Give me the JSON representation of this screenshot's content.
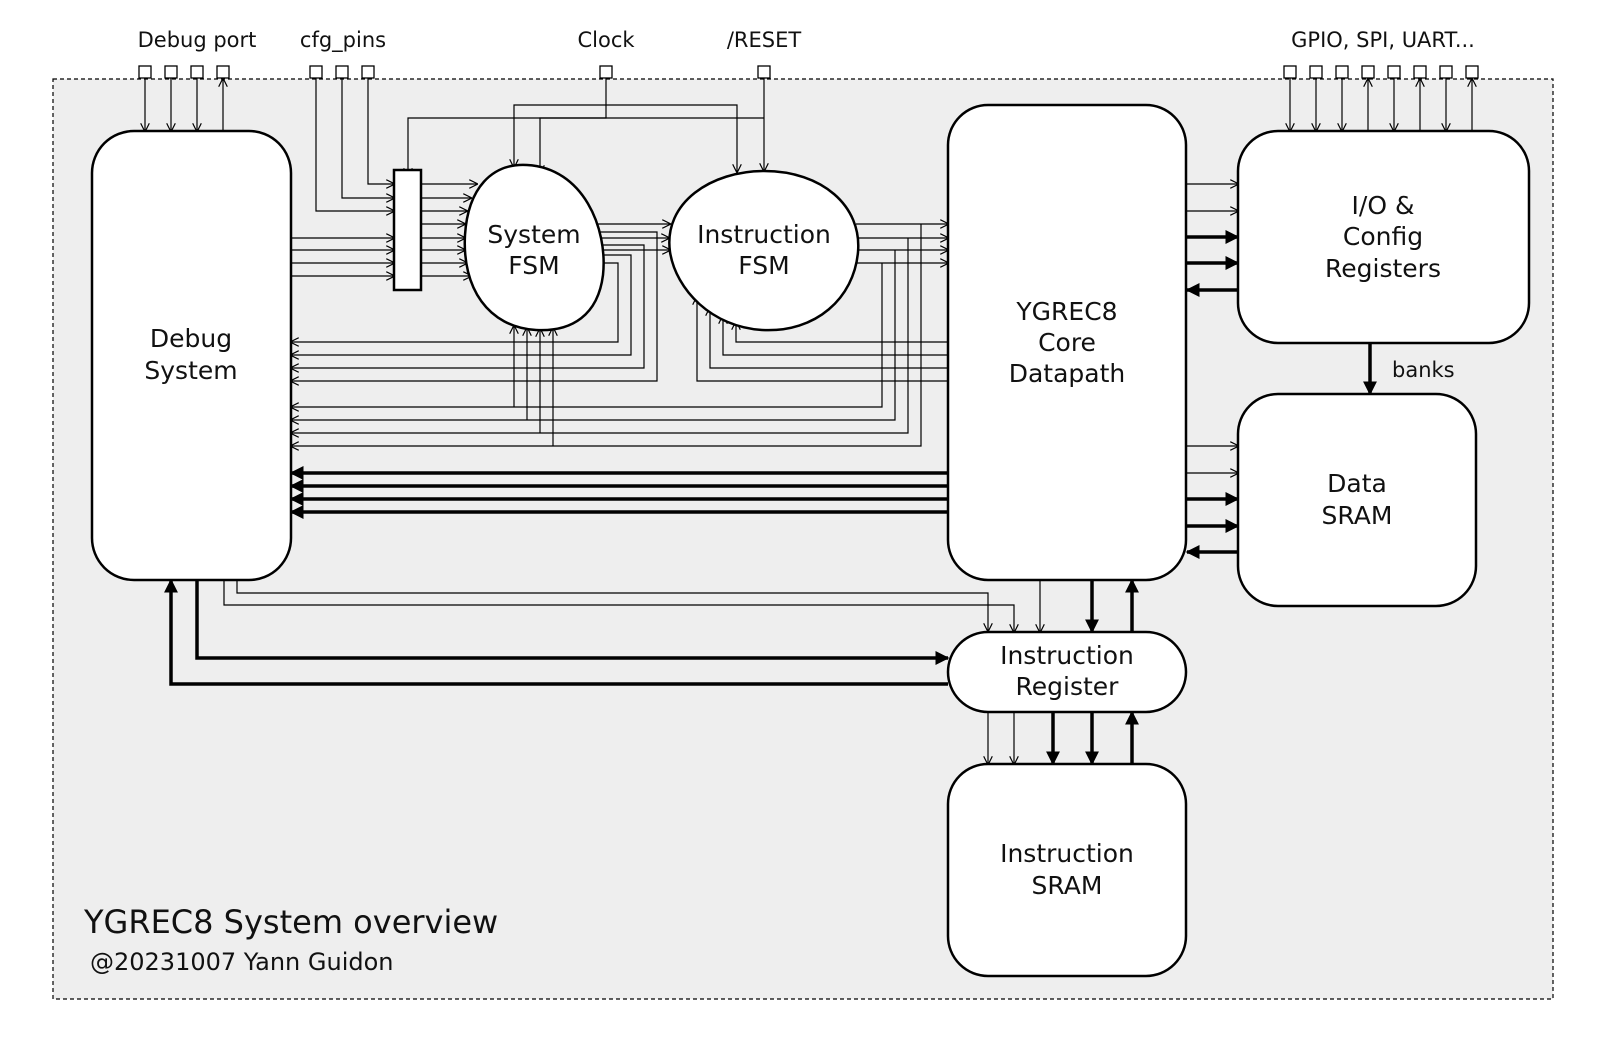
{
  "title": "YGREC8 System overview",
  "credit": "@20231007 Yann Guidon",
  "colors": {
    "background": "#ffffff",
    "chip_fill": "#eeeeee",
    "block_fill": "#ffffff",
    "line": "#000000"
  },
  "pins": {
    "debug_port": "Debug port",
    "cfg_pins": "cfg_pins",
    "clock": "Clock",
    "reset": "/RESET",
    "gpio": "GPIO, SPI, UART..."
  },
  "blocks": {
    "debug_system": [
      "Debug",
      "System"
    ],
    "system_fsm": [
      "System",
      "FSM"
    ],
    "instruction_fsm": [
      "Instruction",
      "FSM"
    ],
    "core_datapath": [
      "YGREC8",
      "Core",
      "Datapath"
    ],
    "io_config": [
      "I/O &",
      "Config",
      "Registers"
    ],
    "data_sram": [
      "Data",
      "SRAM"
    ],
    "instruction_register": [
      "Instruction",
      "Register"
    ],
    "instruction_sram": [
      "Instruction",
      "SRAM"
    ]
  },
  "bus_labels": {
    "banks": "banks"
  }
}
